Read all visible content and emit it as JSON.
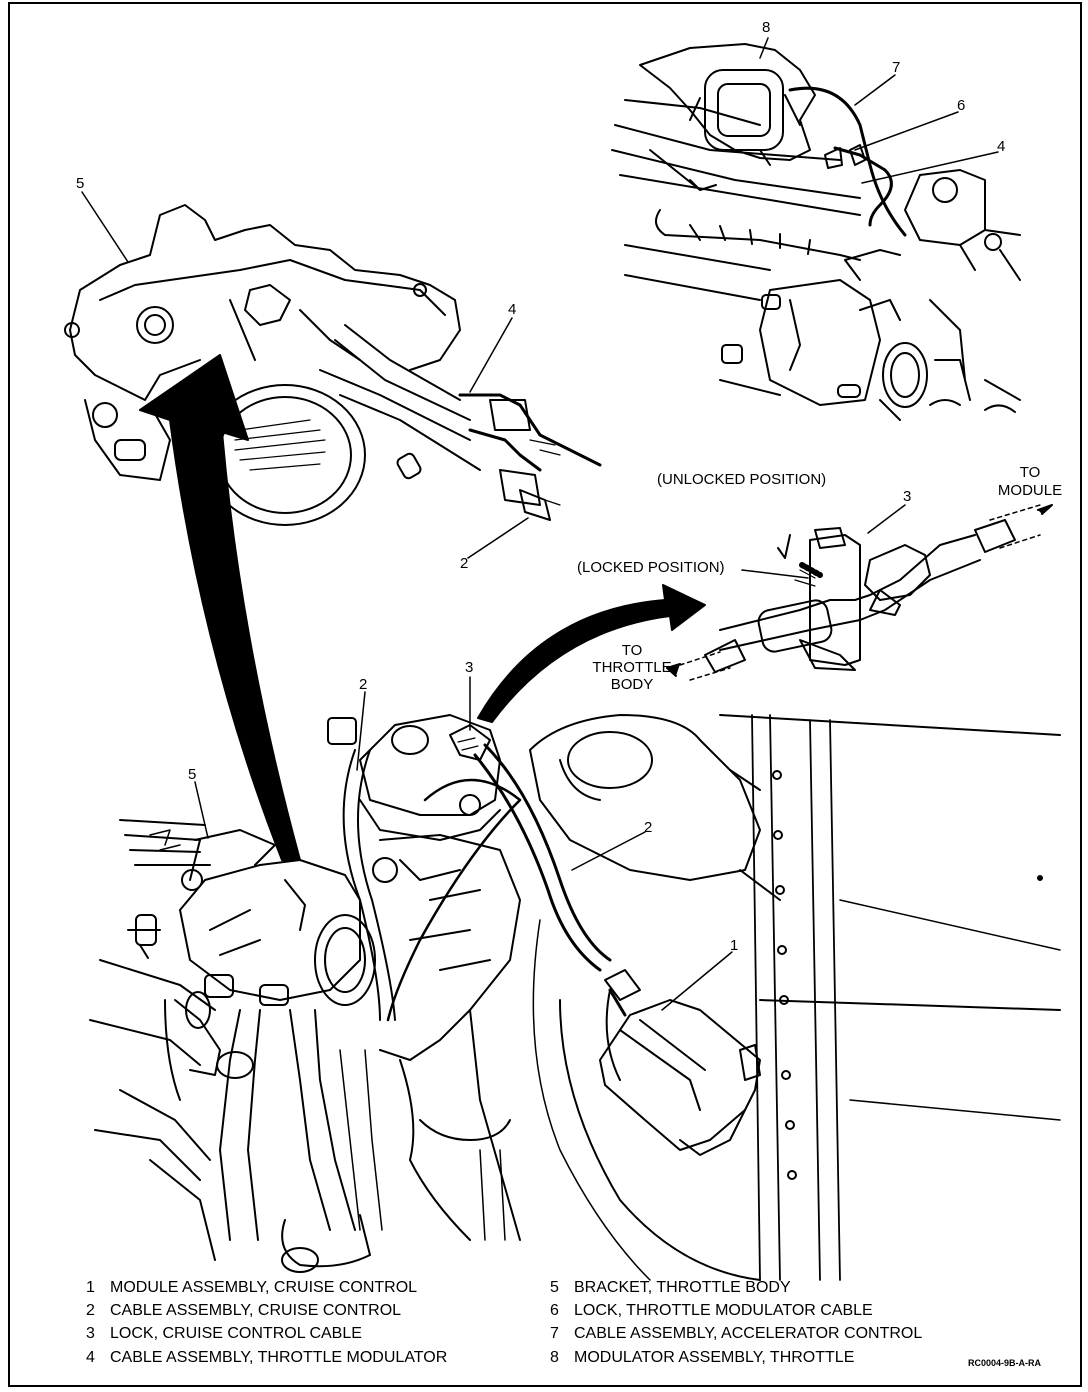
{
  "callouts": {
    "c8": "8",
    "c7": "7",
    "c6": "6",
    "c4_top": "4",
    "c5_upper": "5",
    "c4_mid": "4",
    "c2_mid": "2",
    "c3_right": "3",
    "c2_lower": "2",
    "c3_lower": "3",
    "c5_lower": "5",
    "c2_right": "2",
    "c1": "1"
  },
  "annotations": {
    "unlocked_position": "(UNLOCKED POSITION)",
    "locked_position": "(LOCKED POSITION)",
    "to_module": [
      "TO",
      "MODULE"
    ],
    "to_throttle_body": [
      "TO",
      "THROTTLE",
      "BODY"
    ]
  },
  "legend": {
    "left": [
      {
        "num": "1",
        "text": "MODULE ASSEMBLY, CRUISE CONTROL"
      },
      {
        "num": "2",
        "text": "CABLE ASSEMBLY, CRUISE CONTROL"
      },
      {
        "num": "3",
        "text": "LOCK, CRUISE CONTROL CABLE"
      },
      {
        "num": "4",
        "text": "CABLE ASSEMBLY, THROTTLE MODULATOR"
      }
    ],
    "right": [
      {
        "num": "5",
        "text": "BRACKET, THROTTLE BODY"
      },
      {
        "num": "6",
        "text": "LOCK, THROTTLE MODULATOR CABLE"
      },
      {
        "num": "7",
        "text": "CABLE ASSEMBLY, ACCELERATOR CONTROL"
      },
      {
        "num": "8",
        "text": "MODULATOR ASSEMBLY, THROTTLE"
      }
    ]
  },
  "figure_code": "RC0004-9B-A-RA"
}
